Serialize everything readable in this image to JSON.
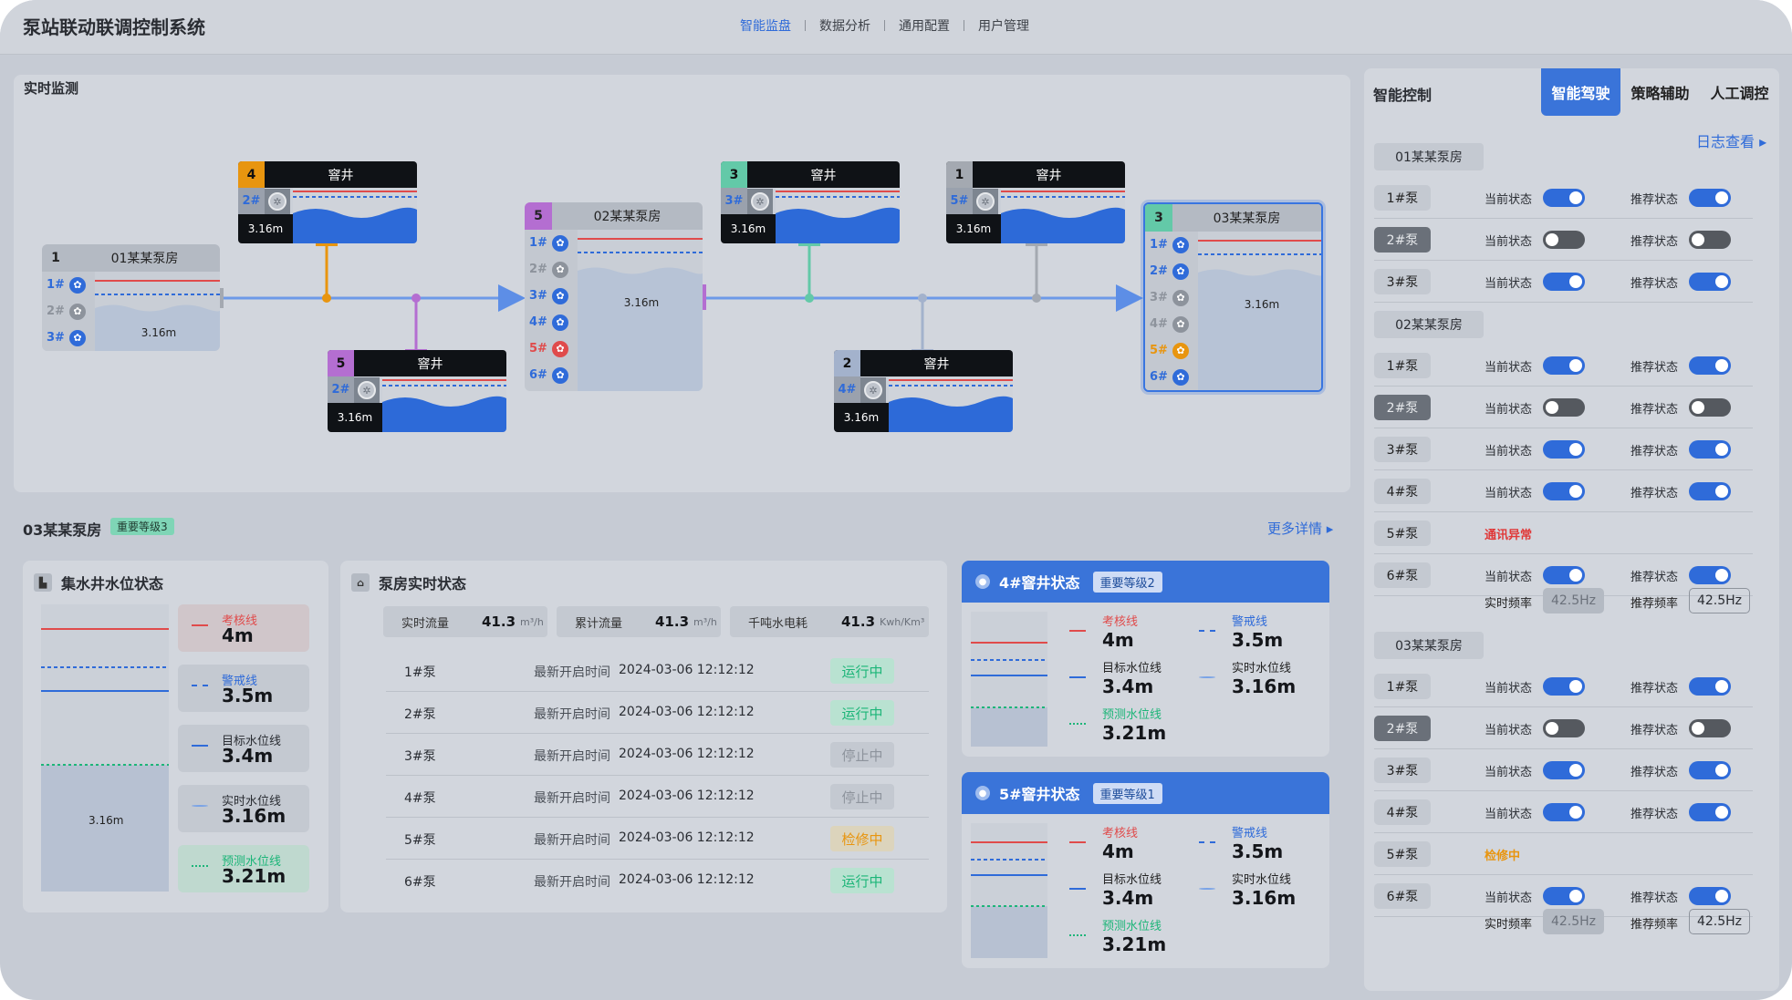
{
  "app": {
    "title": "泵站联动联调控制系统"
  },
  "nav": {
    "items": [
      "智能监盘",
      "数据分析",
      "通用配置",
      "用户管理"
    ],
    "active": "智能监盘"
  },
  "monitor": {
    "title": "实时监测",
    "stations": [
      {
        "num": "1",
        "name": "01某某泵房",
        "pumps": [
          "1#",
          "2#",
          "3#"
        ],
        "value": "3.16m"
      },
      {
        "num": "5",
        "name": "02某某泵房",
        "pumps": [
          "1#",
          "2#",
          "3#",
          "4#",
          "5#",
          "6#"
        ],
        "value": "3.16m"
      },
      {
        "num": "3",
        "name": "03某某泵房",
        "pumps": [
          "1#",
          "2#",
          "3#",
          "4#",
          "5#",
          "6#"
        ],
        "value": "3.16m"
      }
    ],
    "wells": [
      {
        "num": "4",
        "name": "窨井",
        "pump": "2#",
        "value": "3.16m",
        "color": "#e8950f"
      },
      {
        "num": "5",
        "name": "窨井",
        "pump": "2#",
        "value": "3.16m",
        "color": "#b46ed1"
      },
      {
        "num": "3",
        "name": "窨井",
        "pump": "3#",
        "value": "3.16m",
        "color": "#63c9a8"
      },
      {
        "num": "2",
        "name": "窨井",
        "pump": "4#",
        "value": "3.16m",
        "color": "#a3b2cc"
      },
      {
        "num": "1",
        "name": "窨井",
        "pump": "5#",
        "value": "3.16m",
        "color": "#a4a9b1"
      }
    ]
  },
  "station_detail": {
    "title": "03某某泵房",
    "badge": "重要等级3",
    "more": "更多详情 ▸"
  },
  "well_status": {
    "title": "集水井水位状态",
    "value": "3.16m",
    "legend": [
      {
        "label": "考核线",
        "value": "4m",
        "color": "#e04b4b"
      },
      {
        "label": "警戒线",
        "value": "3.5m",
        "color": "#2f6bd9"
      },
      {
        "label": "目标水位线",
        "value": "3.4m",
        "color": "#2f6bd9"
      },
      {
        "label": "实时水位线",
        "value": "3.16m",
        "color": "#2f6bd9"
      },
      {
        "label": "预测水位线",
        "value": "3.21m",
        "color": "#1cb578"
      }
    ]
  },
  "pump_status": {
    "title": "泵房实时状态",
    "metrics": [
      {
        "label": "实时流量",
        "value": "41.3",
        "unit": "m³/h"
      },
      {
        "label": "累计流量",
        "value": "41.3",
        "unit": "m³/h"
      },
      {
        "label": "千吨水电耗",
        "value": "41.3",
        "unit": "Kwh/Km³"
      }
    ],
    "time_label": "最新开启时间",
    "rows": [
      {
        "name": "1#泵",
        "time": "2024-03-06 12:12:12",
        "status": "运行中"
      },
      {
        "name": "2#泵",
        "time": "2024-03-06 12:12:12",
        "status": "运行中"
      },
      {
        "name": "3#泵",
        "time": "2024-03-06 12:12:12",
        "status": "停止中"
      },
      {
        "name": "4#泵",
        "time": "2024-03-06 12:12:12",
        "status": "停止中"
      },
      {
        "name": "5#泵",
        "time": "2024-03-06 12:12:12",
        "status": "检修中"
      },
      {
        "name": "6#泵",
        "time": "2024-03-06 12:12:12",
        "status": "运行中"
      }
    ]
  },
  "well_cards": [
    {
      "title": "4#窨井状态",
      "badge": "重要等级2",
      "legend": [
        {
          "label": "考核线",
          "value": "4m"
        },
        {
          "label": "警戒线",
          "value": "3.5m"
        },
        {
          "label": "目标水位线",
          "value": "3.4m"
        },
        {
          "label": "实时水位线",
          "value": "3.16m"
        },
        {
          "label": "预测水位线",
          "value": "3.21m"
        }
      ]
    },
    {
      "title": "5#窨井状态",
      "badge": "重要等级1",
      "legend": [
        {
          "label": "考核线",
          "value": "4m"
        },
        {
          "label": "警戒线",
          "value": "3.5m"
        },
        {
          "label": "目标水位线",
          "value": "3.4m"
        },
        {
          "label": "实时水位线",
          "value": "3.16m"
        },
        {
          "label": "预测水位线",
          "value": "3.21m"
        }
      ]
    }
  ],
  "control": {
    "title": "智能控制",
    "tabs": [
      "智能驾驶",
      "策略辅助",
      "人工调控"
    ],
    "active_tab": "智能驾驶",
    "log_link": "日志查看 ▸",
    "current_label": "当前状态",
    "recommend_label": "推荐状态",
    "freq_label": "实时频率",
    "rec_freq_label": "推荐频率",
    "stations": [
      {
        "name": "01某某泵房",
        "pumps": [
          {
            "name": "1#泵",
            "current": true,
            "recommend": true
          },
          {
            "name": "2#泵",
            "current": false,
            "recommend": false
          },
          {
            "name": "3#泵",
            "current": true,
            "recommend": true
          }
        ]
      },
      {
        "name": "02某某泵房",
        "pumps": [
          {
            "name": "1#泵",
            "current": true,
            "recommend": true
          },
          {
            "name": "2#泵",
            "current": false,
            "recommend": false
          },
          {
            "name": "3#泵",
            "current": true,
            "recommend": true
          },
          {
            "name": "4#泵",
            "current": true,
            "recommend": true
          },
          {
            "name": "5#泵",
            "alert": "通讯异常"
          },
          {
            "name": "6#泵",
            "current": true,
            "recommend": true,
            "freq": "42.5Hz",
            "rec_freq": "42.5Hz"
          }
        ]
      },
      {
        "name": "03某某泵房",
        "pumps": [
          {
            "name": "1#泵",
            "current": true,
            "recommend": true
          },
          {
            "name": "2#泵",
            "current": false,
            "recommend": false
          },
          {
            "name": "3#泵",
            "current": true,
            "recommend": true
          },
          {
            "name": "4#泵",
            "current": true,
            "recommend": true
          },
          {
            "name": "5#泵",
            "alert": "检修中"
          },
          {
            "name": "6#泵",
            "current": true,
            "recommend": true,
            "freq": "42.5Hz",
            "rec_freq": "42.5Hz"
          }
        ]
      }
    ]
  }
}
